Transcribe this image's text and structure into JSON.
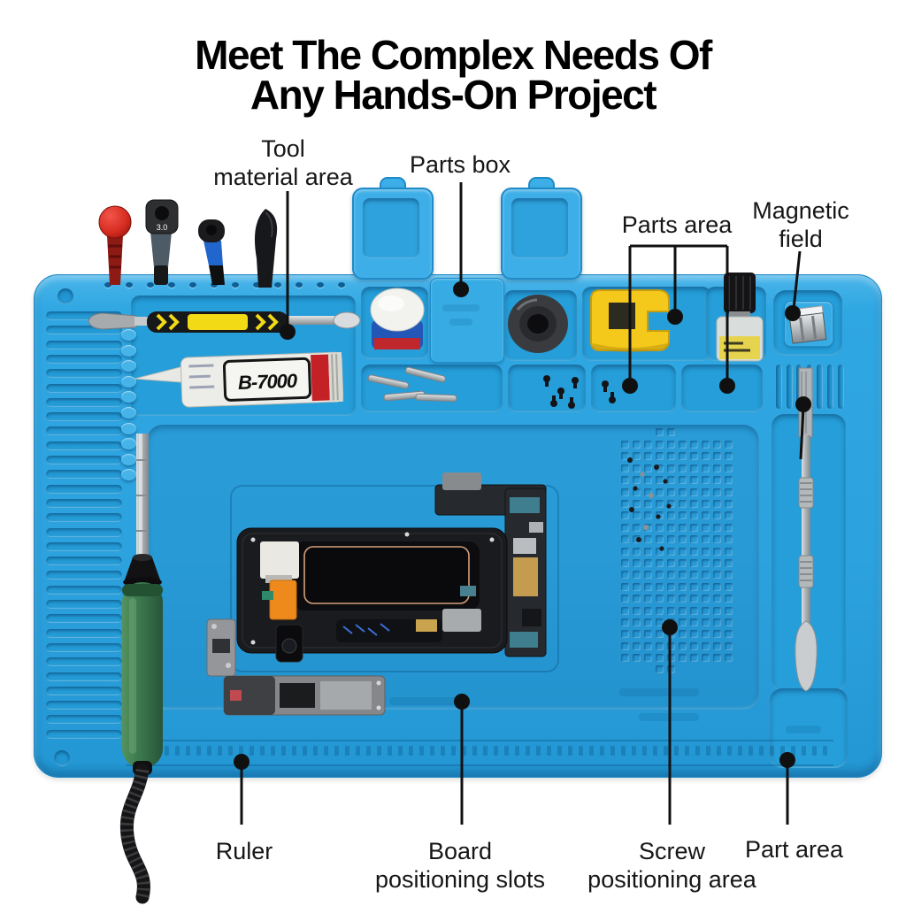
{
  "title": {
    "line1": "Meet The Complex Needs Of",
    "line2": "Any Hands-On Project"
  },
  "callouts": {
    "tool_material_area": {
      "line1": "Tool",
      "line2": "material area"
    },
    "parts_box": {
      "label": "Parts box"
    },
    "parts_area": {
      "label": "Parts area"
    },
    "magnetic_field": {
      "line1": "Magnetic",
      "line2": "field"
    },
    "ruler": {
      "label": "Ruler"
    },
    "board_positioning_slots": {
      "line1": "Board",
      "line2": "positioning slots"
    },
    "screw_positioning_area": {
      "line1": "Screw",
      "line2": "positioning area"
    },
    "part_area": {
      "label": "Part area"
    }
  },
  "markings": {
    "glue_tube_label": "B-7000",
    "screwdriver_cap_size": "3.0"
  },
  "colors": {
    "mat_blue": "#2FA7E2",
    "mat_recess": "#259ED9",
    "mat_shadow": "#14639C",
    "callout_black": "#101010",
    "glue_red": "#C42127",
    "magnetizer_yellow": "#F5C81C",
    "iron_green": "#3C7A4E",
    "title_black": "#000000"
  }
}
